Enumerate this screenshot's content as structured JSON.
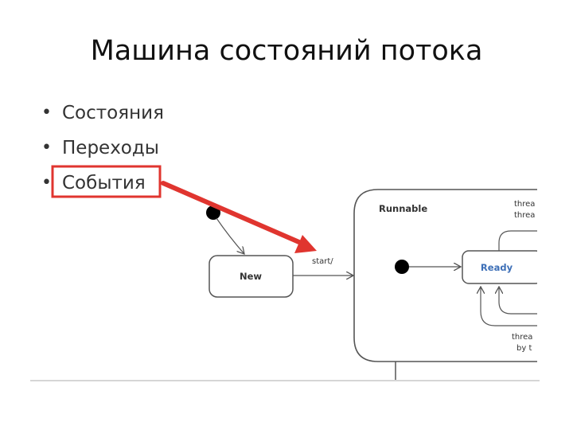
{
  "slide": {
    "title": "Машина состояний потока",
    "bullets": [
      {
        "label": "Состояния"
      },
      {
        "label": "Переходы"
      },
      {
        "label": "События"
      }
    ]
  },
  "diagram": {
    "states": {
      "new": "New",
      "runnable": "Runnable",
      "ready": "Ready"
    },
    "transitions": {
      "start": "start/",
      "top_right_line1": "threa",
      "top_right_line2": "threa",
      "bottom_right_line1": "threa",
      "bottom_right_line2": "by t"
    }
  },
  "colors": {
    "highlight": "#e0352f",
    "ready_text": "#3d6fb7",
    "line": "#555555"
  }
}
